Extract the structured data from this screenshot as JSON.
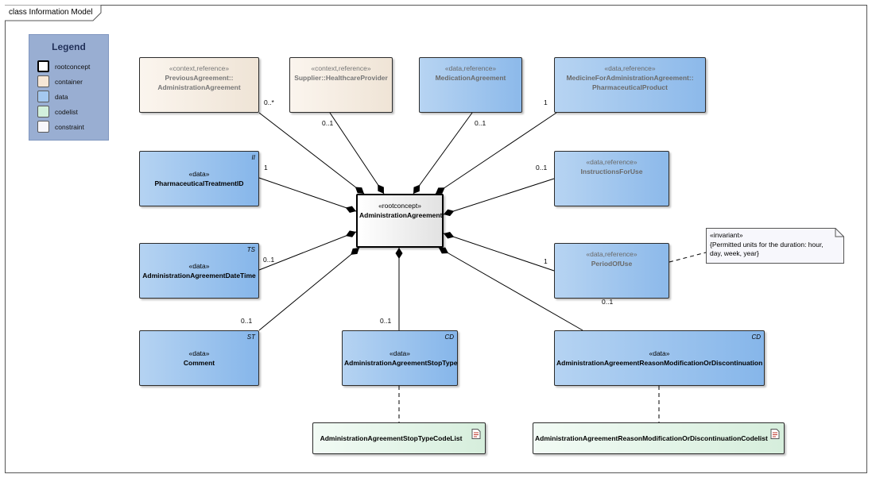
{
  "frame_title": "class Information Model",
  "legend": {
    "title": "Legend",
    "items": [
      {
        "label": "rootconcept",
        "color": "#ffffff"
      },
      {
        "label": "container",
        "color": "#f5e6d6"
      },
      {
        "label": "data",
        "color": "#a4c8ef"
      },
      {
        "label": "codelist",
        "color": "#d2f0dc"
      },
      {
        "label": "constraint",
        "color": "#f7f7fc"
      }
    ]
  },
  "classes": {
    "root": {
      "stereotype": "«rootconcept»",
      "name": "AdministrationAgreement"
    },
    "previous": {
      "stereotype": "«context,reference»",
      "name1": "PreviousAgreement::",
      "name2": "AdministrationAgreement"
    },
    "supplier": {
      "stereotype": "«context,reference»",
      "name": "Supplier::HealthcareProvider"
    },
    "medication": {
      "stereotype": "«data,reference»",
      "name": "MedicationAgreement"
    },
    "medicine": {
      "stereotype": "«data,reference»",
      "name1": "MedicineForAdministrationAgreement::",
      "name2": "PharmaceuticalProduct"
    },
    "treatment": {
      "stereotype": "«data»",
      "name": "PharmaceuticalTreatmentID",
      "tag": "II"
    },
    "instructions": {
      "stereotype": "«data,reference»",
      "name": "InstructionsForUse"
    },
    "datetime": {
      "stereotype": "«data»",
      "name": "AdministrationAgreementDateTime",
      "tag": "TS"
    },
    "period": {
      "stereotype": "«data,reference»",
      "name": "PeriodOfUse"
    },
    "comment": {
      "stereotype": "«data»",
      "name": "Comment",
      "tag": "ST"
    },
    "stoptype": {
      "stereotype": "«data»",
      "name": "AdministrationAgreementStopType",
      "tag": "CD"
    },
    "reason": {
      "stereotype": "«data»",
      "name": "AdministrationAgreementReasonModificationOrDiscontinuation",
      "tag": "CD"
    },
    "stoptype_cl": {
      "name": "AdministrationAgreementStopTypeCodeList"
    },
    "reason_cl": {
      "name": "AdministrationAgreementReasonModificationOrDiscontinuationCodelist"
    }
  },
  "multiplicities": {
    "previous": "0..*",
    "supplier": "0..1",
    "medication": "0..1",
    "medicine": "1",
    "treatment": "1",
    "instructions": "0..1",
    "datetime": "0..1",
    "period": "1",
    "period_bottom": "0..1",
    "comment": "0..1",
    "stoptype": "0..1"
  },
  "note": {
    "stereotype": "«invariant»",
    "text": "{Permitted units for the duration: hour, day, week, year}"
  }
}
